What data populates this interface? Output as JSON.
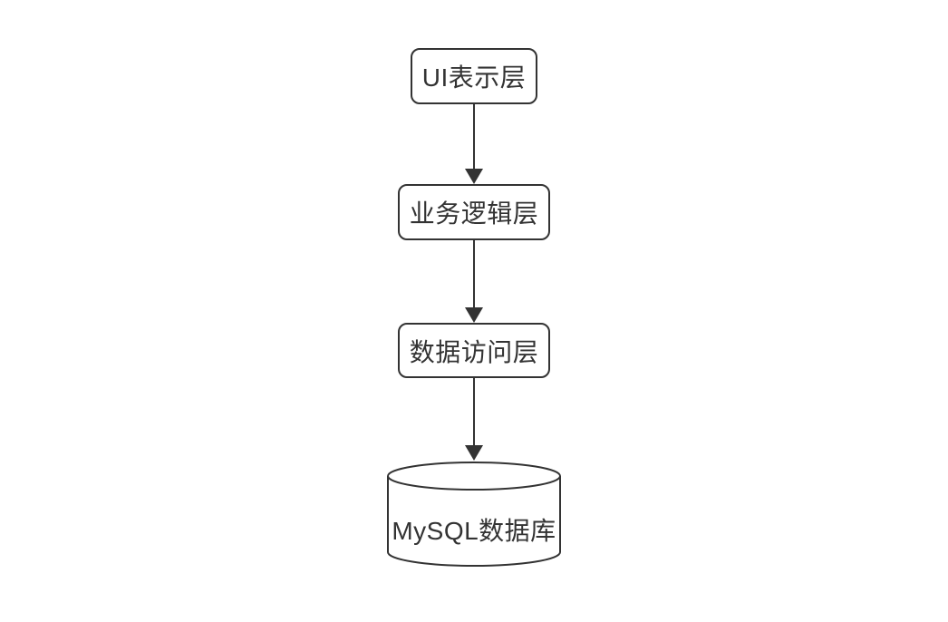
{
  "diagram": {
    "background": "#ffffff",
    "stroke_color": "#333333",
    "text_color": "#333333",
    "nodes": [
      {
        "id": "ui-layer",
        "shape": "rounded-rect",
        "label": "UI表示层"
      },
      {
        "id": "business-logic-layer",
        "shape": "rounded-rect",
        "label": "业务逻辑层"
      },
      {
        "id": "data-access-layer",
        "shape": "rounded-rect",
        "label": "数据访问层"
      },
      {
        "id": "mysql-database",
        "shape": "cylinder",
        "label": "MySQL数据库"
      }
    ],
    "edges": [
      {
        "from": "ui-layer",
        "to": "business-logic-layer",
        "style": "solid-arrow-down"
      },
      {
        "from": "business-logic-layer",
        "to": "data-access-layer",
        "style": "solid-arrow-down"
      },
      {
        "from": "data-access-layer",
        "to": "mysql-database",
        "style": "solid-arrow-down"
      }
    ]
  }
}
